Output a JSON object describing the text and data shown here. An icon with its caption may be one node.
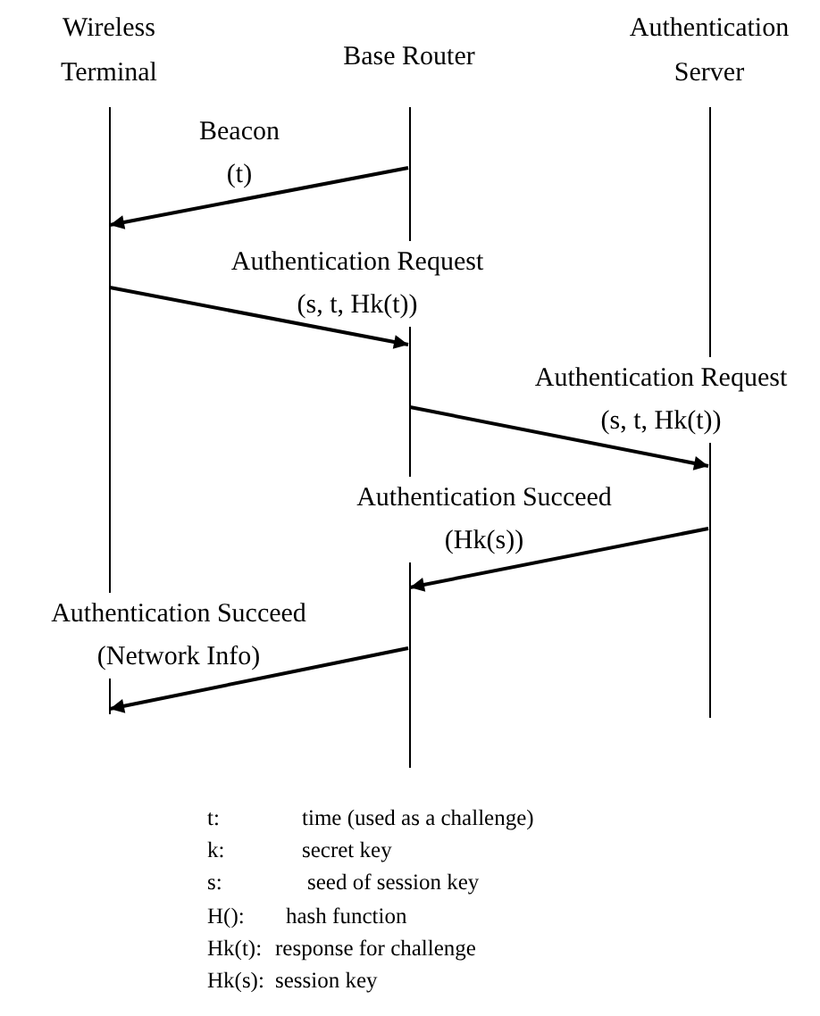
{
  "diagram": {
    "nodes": [
      {
        "text": [
          "Wireless Terminal"
        ]
      },
      {
        "text": [
          "Base Router"
        ]
      },
      {
        "text": [
          "Authentication Server"
        ]
      }
    ],
    "edges": [
      {
        "from": 1,
        "to": 0,
        "arrow": "to",
        "label": "Beacon (t)"
      },
      {
        "from": 0,
        "to": 1,
        "arrow": "to",
        "label": "Authentication Request (s, t, Hk(t))"
      },
      {
        "from": 1,
        "to": 2,
        "arrow": "to",
        "label": "Authentication Request (s, t, Hk(t))"
      },
      {
        "from": 2,
        "to": 1,
        "arrow": "to",
        "label": "Authentication Succeed (Hk(s))"
      },
      {
        "from": 1,
        "to": 0,
        "arrow": "to",
        "label": "Authentication Succeed (Network Info)"
      }
    ],
    "labels": [
      "t:",
      "time (used as a challenge)",
      "k:",
      "secret key",
      "s:",
      "seed of session key",
      "H():",
      "hash function",
      "Hk(t):",
      "response for challenge",
      "Hk(s):",
      "session key"
    ]
  }
}
